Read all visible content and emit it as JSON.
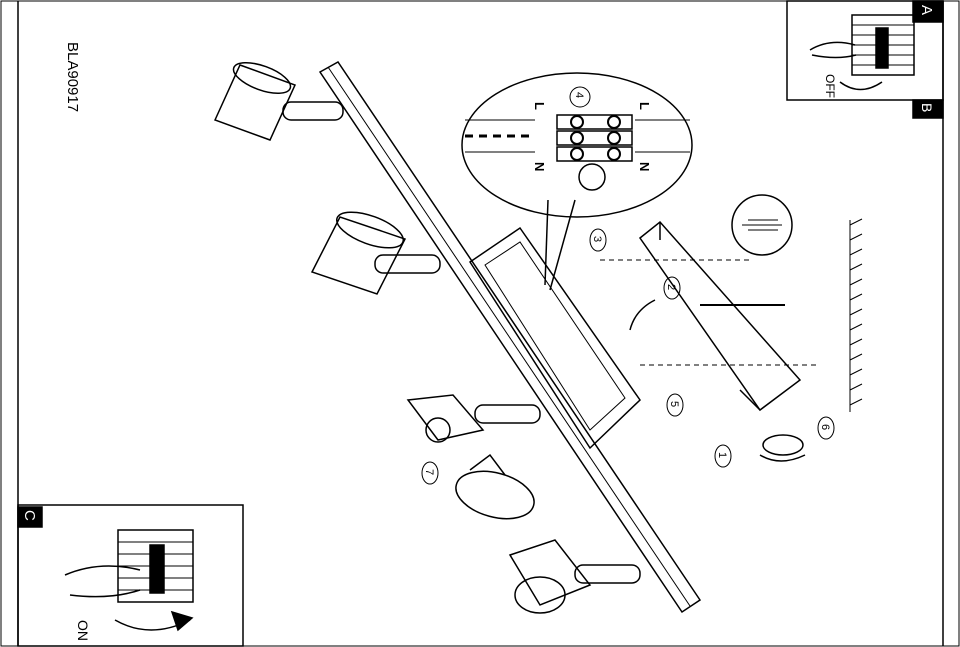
{
  "model_code": "BLA90917",
  "panels": {
    "a": {
      "label": "A",
      "switch_text": "OFF"
    },
    "b": {
      "label": "B"
    },
    "c": {
      "label": "C",
      "switch_text": "ON"
    }
  },
  "wiring": {
    "step": "4",
    "terminals": [
      "L",
      "N",
      "L",
      "N"
    ]
  },
  "steps": [
    "1",
    "2",
    "3",
    "5",
    "6",
    "7"
  ]
}
